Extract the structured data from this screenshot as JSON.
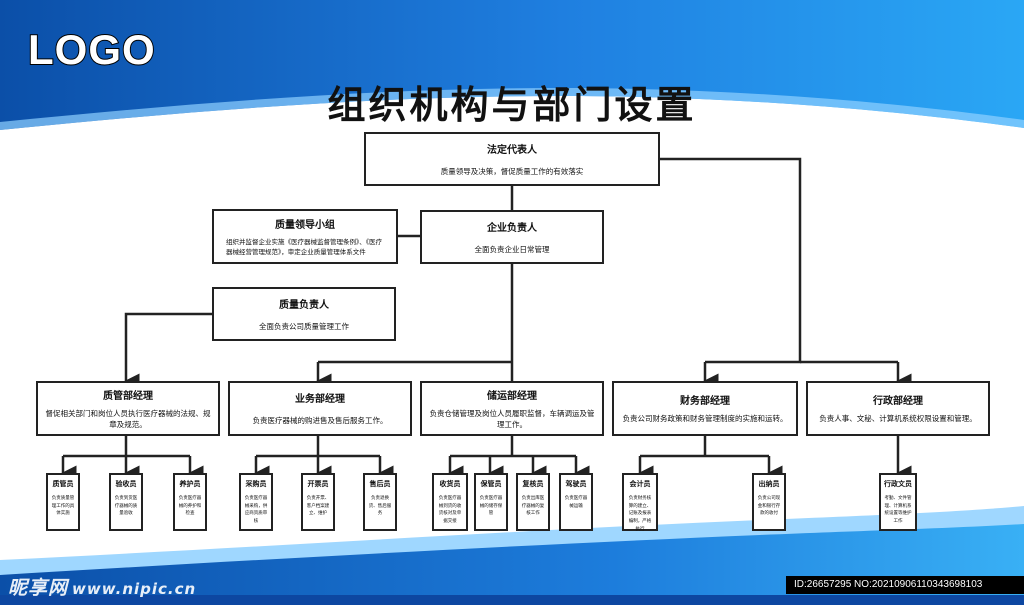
{
  "logo_text": "LOGO",
  "title": "组织机构与部门设置",
  "top": {
    "title": "法定代表人",
    "desc": "质量领导及决策，督促质量工作的有效落实"
  },
  "leadgroup": {
    "title": "质量领导小组",
    "desc": "组织并监督企业实施《医疗器械监督管理条例》、《医疗器械经营管理规范》，审定企业质量管理体系文件"
  },
  "enterprise": {
    "title": "企业负责人",
    "desc": "全面负责企业日常管理"
  },
  "quality_head": {
    "title": "质量负责人",
    "desc": "全面负责公司质量管理工作"
  },
  "departments": [
    {
      "title": "质管部经理",
      "desc": "督促相关部门和岗位人员执行医疗器械的法规、规章及规范。"
    },
    {
      "title": "业务部经理",
      "desc": "负责医疗器械的购进售及售后服务工作。"
    },
    {
      "title": "储运部经理",
      "desc": "负责仓储管理及岗位人员履职监督，车辆调运及管理工作。"
    },
    {
      "title": "财务部经理",
      "desc": "负责公司财务政策和财务管理制度的实施和运转。"
    },
    {
      "title": "行政部经理",
      "desc": "负责人事、文秘、计算机系统权限设置和管理。"
    }
  ],
  "staff": [
    {
      "title": "质管员",
      "desc": "负责质量管理工作的具体实施"
    },
    {
      "title": "验收员",
      "desc": "负责到货医疗器械的质量验收"
    },
    {
      "title": "养护员",
      "desc": "负责医疗器械的养护和检查"
    },
    {
      "title": "采购员",
      "desc": "负责医疗器械采购，供应商资质审核"
    },
    {
      "title": "开票员",
      "desc": "负责开票、客户档案建立、维护"
    },
    {
      "title": "售后员",
      "desc": "负责退换货、售后服务"
    },
    {
      "title": "收货员",
      "desc": "负责医疗器械到货的收货核对及单据交接"
    },
    {
      "title": "保管员",
      "desc": "负责医疗器械的储存保管"
    },
    {
      "title": "复核员",
      "desc": "负责出库医疗器械的复核工作"
    },
    {
      "title": "驾驶员",
      "desc": "负责医疗器械运输"
    },
    {
      "title": "会计员",
      "desc": "负责财务核算的建立、记账及报表编制，严格执行"
    },
    {
      "title": "出纳员",
      "desc": "负责公司现金和银行存款的收付"
    },
    {
      "title": "行政文员",
      "desc": "考勤、文件管理、计算机系统设置等维护工作"
    }
  ],
  "watermark": {
    "name": "昵享网",
    "url": "www.nipic.cn"
  },
  "image_id": "ID:26657295 NO:20210906110343698103",
  "colors": {
    "blue_dark": "#1565c0",
    "blue_light": "#3fa9f5",
    "line": "#222222"
  }
}
